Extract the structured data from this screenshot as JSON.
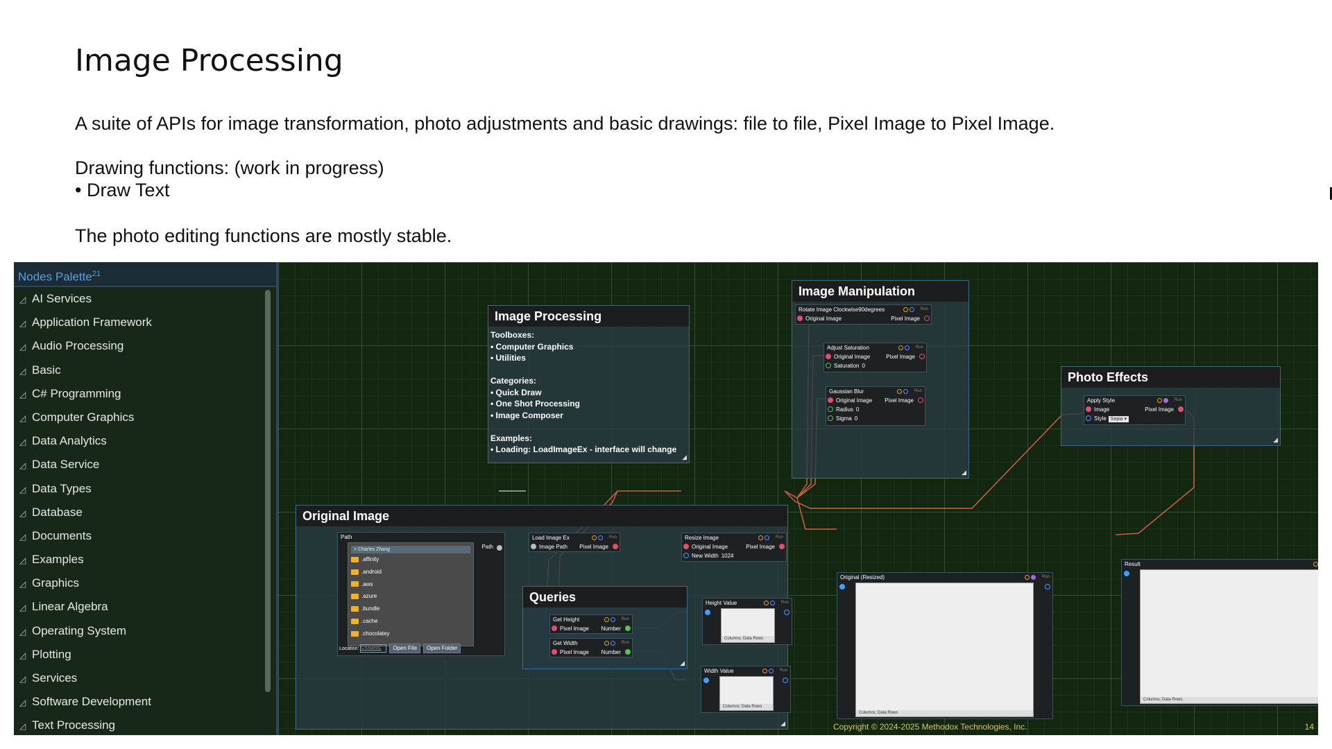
{
  "slide": {
    "title": "Image Processing",
    "description": "A suite of APIs for image transformation, photo adjustments and basic drawings: file to file, Pixel Image to Pixel Image.",
    "drawing_heading": "Drawing functions:  (work in progress)",
    "drawing_item": "• Draw Text",
    "stability_note": "The photo editing functions are mostly stable.",
    "copyright": "Copyright © 2024-2025 Methodox Technologies, Inc.",
    "page_number": "14"
  },
  "palette": {
    "title": "Nodes Palette",
    "count": "21",
    "expand_glyph": "◿",
    "items": [
      "AI Services",
      "Application Framework",
      "Audio Processing",
      "Basic",
      "C# Programming",
      "Computer Graphics",
      "Data Analytics",
      "Data Service",
      "Data Types",
      "Database",
      "Documents",
      "Examples",
      "Graphics",
      "Linear Algebra",
      "Operating System",
      "Plotting",
      "Services",
      "Software Development",
      "Text Processing"
    ]
  },
  "frames": {
    "image_processing": {
      "title": "Image Processing",
      "lines": [
        "Toolboxes:",
        "• Computer Graphics",
        "• Utilities",
        "",
        "Categories:",
        "• Quick Draw",
        "• One Shot Processing",
        "• Image Composer",
        "",
        "Examples:",
        "• Loading: LoadImageEx - interface will change"
      ]
    },
    "image_manipulation": {
      "title": "Image Manipulation"
    },
    "photo_effects": {
      "title": "Photo Effects"
    },
    "original_image": {
      "title": "Original Image"
    },
    "queries": {
      "title": "Queries"
    }
  },
  "common": {
    "run": "Run",
    "original_image": "Original Image",
    "pixel_image": "Pixel Image",
    "number": "Number",
    "preview_footer": "Columns;   Data Rows",
    "resize_glyph": "◢"
  },
  "nodes": {
    "rotate": {
      "title": "Rotate Image Clockwise90degrees"
    },
    "saturation": {
      "title": "Adjust Saturation",
      "param": "Saturation",
      "value": "0"
    },
    "blur": {
      "title": "Gaussian Blur",
      "radius_label": "Radius",
      "radius_value": "0",
      "sigma_label": "Sigma",
      "sigma_value": "0"
    },
    "apply_style": {
      "title": "Apply Style",
      "input": "Image",
      "style_label": "Style",
      "style_value": "Sepia"
    },
    "path": {
      "title": "Path",
      "output": "Path",
      "crumb": "> Charles Zhang",
      "folders": [
        ".affinity",
        ".android",
        ".aws",
        ".azure",
        ".bundle",
        ".cache",
        ".chocolatey"
      ],
      "location_label": "Location:",
      "location_value": "C:\\Users\\C",
      "open_file": "Open File",
      "open_folder": "Open Folder"
    },
    "load_image": {
      "title": "Load Image Ex",
      "input": "Image Path"
    },
    "resize": {
      "title": "Resize Image",
      "width_label": "New Width",
      "width_value": "1024"
    },
    "get_height": {
      "title": "Get Height"
    },
    "get_width": {
      "title": "Get Width"
    },
    "height_value": {
      "title": "Height Value"
    },
    "width_value": {
      "title": "Width Value"
    },
    "original_resized": {
      "title": "Original (Resized)"
    },
    "result": {
      "title": "Result"
    }
  },
  "colors": {
    "canvas_bg": "#13260f",
    "palette_bg": "#182818",
    "palette_header_text": "#5aa0e0",
    "frame_border": "#3a6a8a",
    "wire": "#d0604a",
    "wire_green": "#60b050",
    "copyright_text": "#d9c56a"
  }
}
